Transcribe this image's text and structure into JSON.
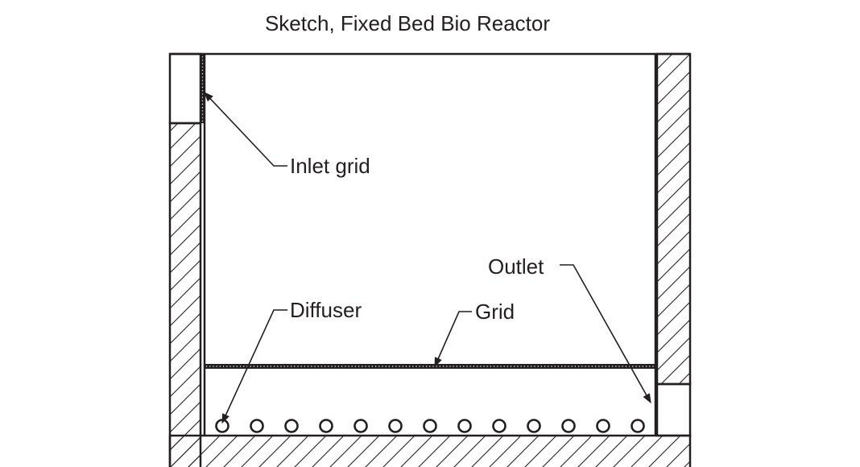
{
  "title": "Sketch, Fixed Bed Bio Reactor",
  "labels": {
    "inlet_grid": "Inlet grid",
    "outlet": "Outlet",
    "diffuser": "Diffuser",
    "grid": "Grid"
  },
  "diffuser_bubble_count": 13,
  "colors": {
    "ink": "#231f20",
    "background": "#ffffff"
  }
}
